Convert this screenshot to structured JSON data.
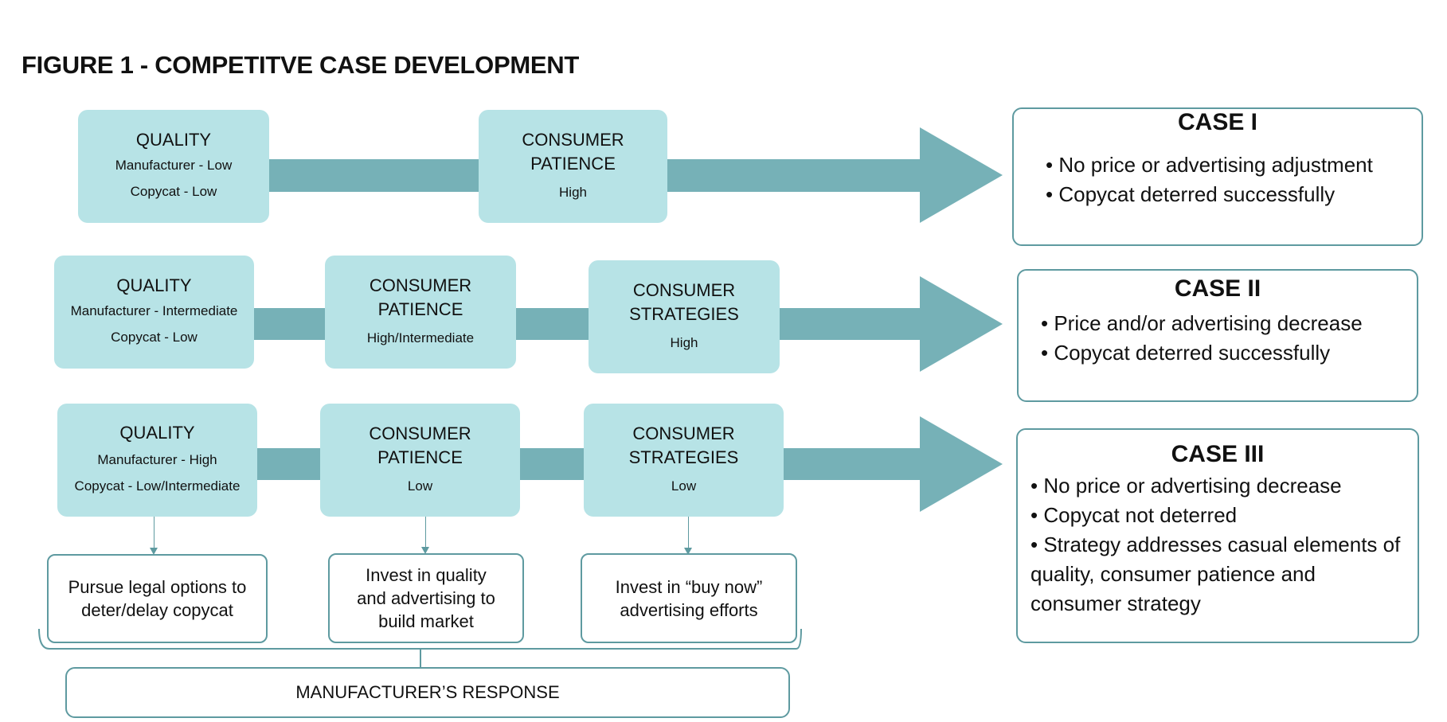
{
  "title": "FIGURE 1 - COMPETITVE CASE DEVELOPMENT",
  "colors": {
    "node_fill": "#b7e3e6",
    "arrow": "#76b1b7",
    "outline": "#5e9aa0"
  },
  "rows": [
    {
      "nodes": [
        {
          "head": "QUALITY",
          "lines": [
            "Manufacturer - Low",
            "Copycat - Low"
          ]
        },
        {
          "head": "CONSUMER PATIENCE",
          "lines": [
            "High"
          ]
        }
      ],
      "case": {
        "title": "CASE I",
        "bullets": [
          "• No price or advertising adjustment",
          "• Copycat deterred successfully"
        ]
      }
    },
    {
      "nodes": [
        {
          "head": "QUALITY",
          "lines": [
            "Manufacturer - Intermediate",
            "Copycat - Low"
          ]
        },
        {
          "head": "CONSUMER PATIENCE",
          "lines": [
            "High/Intermediate"
          ]
        },
        {
          "head": "CONSUMER STRATEGIES",
          "lines": [
            "High"
          ]
        }
      ],
      "case": {
        "title": "CASE II",
        "bullets": [
          "• Price and/or advertising decrease",
          "• Copycat deterred successfully"
        ]
      }
    },
    {
      "nodes": [
        {
          "head": "QUALITY",
          "lines": [
            "Manufacturer - High",
            "Copycat - Low/Intermediate"
          ]
        },
        {
          "head": "CONSUMER PATIENCE",
          "lines": [
            "Low"
          ]
        },
        {
          "head": "CONSUMER STRATEGIES",
          "lines": [
            "Low"
          ]
        }
      ],
      "case": {
        "title": "CASE III",
        "bullets": [
          "• No price or advertising decrease",
          "• Copycat not deterred",
          "• Strategy addresses casual elements of quality, consumer patience and consumer strategy"
        ]
      }
    }
  ],
  "responses": [
    "Pursue  legal options to deter/delay copycat",
    "Invest in quality and advertising to build market",
    "Invest in “buy now” advertising efforts"
  ],
  "manufacturer_response": "MANUFACTURER’S RESPONSE"
}
